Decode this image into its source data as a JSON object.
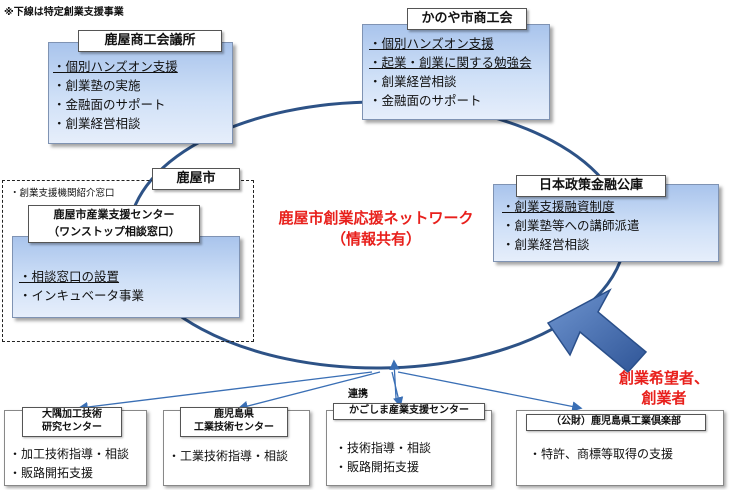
{
  "note": "※下線は特定創業支援事業",
  "center_label": [
    "鹿屋市創業応援ネットワーク",
    "（情報共有）"
  ],
  "target_label": [
    "創業希望者、",
    "創業者"
  ],
  "connection_label": "連携",
  "kanoya_chamber": {
    "title": "鹿屋商工会議所",
    "items": [
      {
        "text": "個別ハンズオン支援",
        "underline": true
      },
      {
        "text": "創業塾の実施",
        "underline": false
      },
      {
        "text": "金融面のサポート",
        "underline": false
      },
      {
        "text": "創業経営相談",
        "underline": false
      }
    ]
  },
  "kanoya_commerce": {
    "title": "かのや市商工会",
    "items": [
      {
        "text": "個別ハンズオン支援",
        "underline": true
      },
      {
        "text": "起業・創業に関する勉強会",
        "underline": true
      },
      {
        "text": "創業経営相談",
        "underline": false
      },
      {
        "text": "金融面のサポート",
        "underline": false
      }
    ]
  },
  "jfc": {
    "title": "日本政策金融公庫",
    "items": [
      {
        "text": "創業支援融資制度",
        "underline": true
      },
      {
        "text": "創業塾等への講師派遣",
        "underline": false
      },
      {
        "text": "創業経営相談",
        "underline": false
      }
    ]
  },
  "kanoya_city": {
    "title": "鹿屋市",
    "window_label": "・創業支援機関紹介窓口",
    "center_title": [
      "鹿屋市産業支援センター",
      "（ワンストップ相談窓口）"
    ],
    "items": [
      {
        "text": "相談窓口の設置",
        "underline": true
      },
      {
        "text": "インキュベータ事業",
        "underline": false
      }
    ]
  },
  "bottom_orgs": [
    {
      "title": "大隅加工技術\n研究センター",
      "items": [
        "加工技術指導・相談",
        "販路開拓支援"
      ]
    },
    {
      "title": "鹿児島県\n工業技術センター",
      "items": [
        "工業技術指導・相談"
      ]
    },
    {
      "title": "かごしま産業支援センター",
      "items": [
        "技術指導・相談",
        "販路開拓支援"
      ]
    },
    {
      "title": "（公財）鹿児島県工業倶楽部",
      "items": [
        "特許、商標等取得の支援"
      ]
    }
  ],
  "colors": {
    "accent_red": "#e8201c",
    "box_blue": "#a9c4ec",
    "arrow_blue": "#4a74b8"
  }
}
